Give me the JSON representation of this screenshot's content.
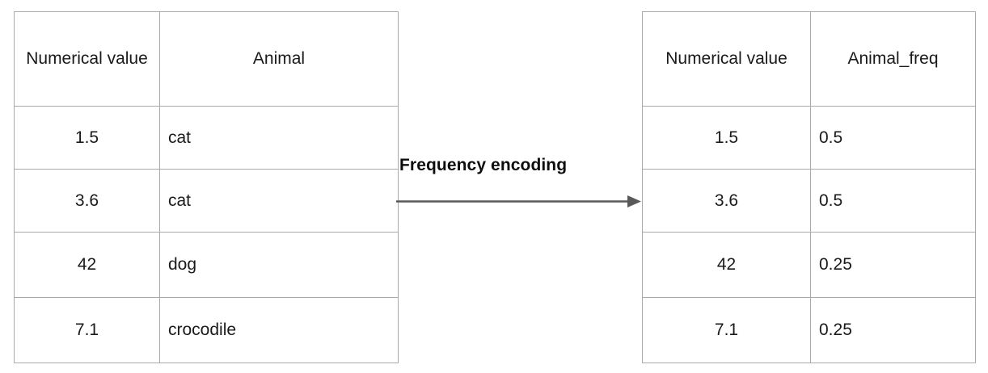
{
  "diagram": {
    "title": "Frequency encoding",
    "border_color": "#aaaaaa",
    "text_color": "#1a1a1a",
    "arrow_color": "#595959",
    "background_color": "#ffffff"
  },
  "source_table": {
    "name": "source-table",
    "headers": [
      "Numerical value",
      "Animal"
    ],
    "rows": [
      [
        "1.5",
        "cat"
      ],
      [
        "3.6",
        "cat"
      ],
      [
        "42",
        "dog"
      ],
      [
        "7.1",
        "crocodile"
      ]
    ]
  },
  "encoded_table": {
    "name": "encoded-table",
    "headers": [
      "Numerical value",
      "Animal_freq"
    ],
    "rows": [
      [
        "1.5",
        "0.5"
      ],
      [
        "3.6",
        "0.5"
      ],
      [
        "42",
        "0.25"
      ],
      [
        "7.1",
        "0.25"
      ]
    ]
  },
  "transform": {
    "label": "Frequency encoding",
    "arrow_icon": "arrow-right-icon"
  }
}
